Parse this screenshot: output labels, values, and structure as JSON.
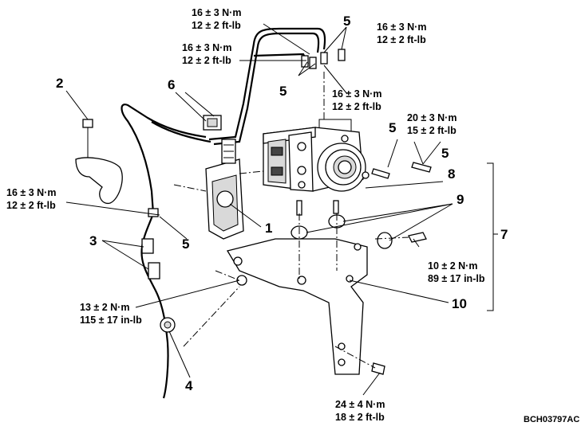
{
  "callouts": {
    "c1": "1",
    "c2": "2",
    "c3": "3",
    "c4": "4",
    "c5a": "5",
    "c5b": "5",
    "c5c": "5",
    "c5d": "5",
    "c5e": "5",
    "c6": "6",
    "c7": "7",
    "c8": "8",
    "c9": "9",
    "c10": "10"
  },
  "torques": {
    "t_top_center": [
      "16 ± 3 N·m",
      "12 ± 2 ft-lb"
    ],
    "t_top_right": [
      "16 ± 3 N·m",
      "12 ± 2 ft-lb"
    ],
    "t_upper_left": [
      "16 ± 3 N·m",
      "12 ± 2 ft-lb"
    ],
    "t_mid_center": [
      "16 ± 3 N·m",
      "12 ± 2 ft-lb"
    ],
    "t_mid_right": [
      "20 ± 3 N·m",
      "15 ± 2 ft-lb"
    ],
    "t_left": [
      "16 ± 3 N·m",
      "12 ± 2 ft-lb"
    ],
    "t_right_low": [
      "10 ± 2 N·m",
      "89 ± 17 in-lb"
    ],
    "t_left_low": [
      "13 ± 2 N·m",
      "115 ± 17 in-lb"
    ],
    "t_bottom": [
      "24 ± 4 N·m",
      "18 ± 2 ft-lb"
    ]
  },
  "figure_code": "BCH03797AC"
}
